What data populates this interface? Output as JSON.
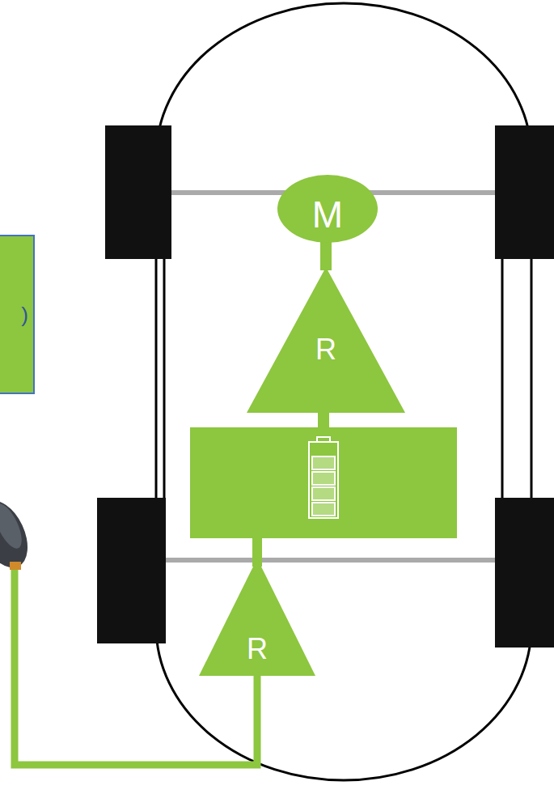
{
  "diagram": {
    "nodes": [
      {
        "text": [
          "M"
        ]
      },
      {
        "text": [
          ")"
        ]
      },
      {
        "text": [
          "R"
        ]
      },
      {
        "text": [
          "R"
        ]
      }
    ],
    "edges": [
      {
        "from": 2,
        "to": 0,
        "arrow": "none"
      }
    ]
  }
}
